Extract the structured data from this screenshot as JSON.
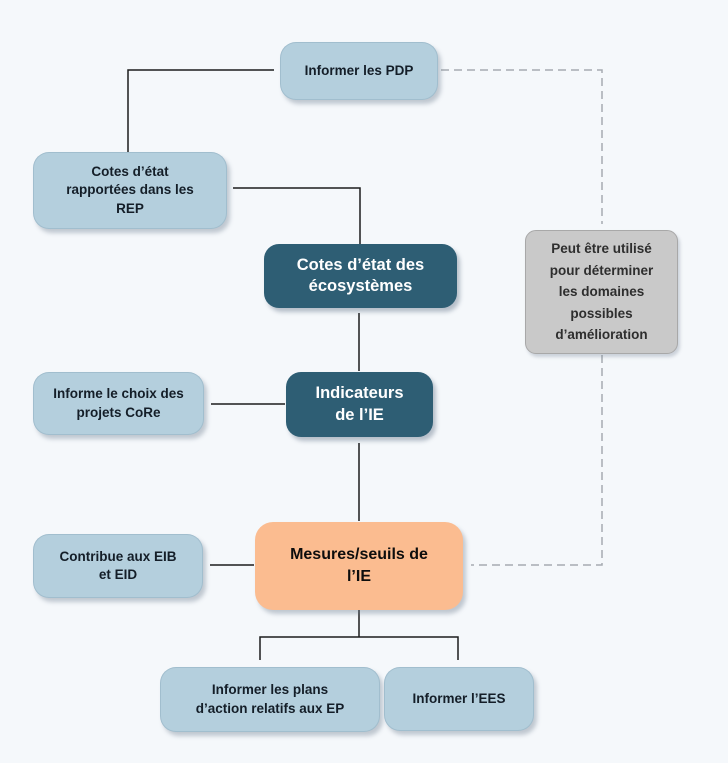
{
  "diagram_title": "",
  "colors": {
    "background": "#f5f8fb",
    "light_blue": "#b4cfdd",
    "dark_teal": "#2e5e74",
    "orange": "#fbbc90",
    "gray_fill": "#c9c9c9",
    "text_dark": "#141e28",
    "arrow": "#1c1c1c",
    "dashed": "#a6abb1"
  },
  "nodes": {
    "informer_pdp": {
      "label": "Informer les PDP"
    },
    "cotes_rep": {
      "label": "Cotes d’état\nrapportées dans les\nREP"
    },
    "cotes_ecosystemes": {
      "label": "Cotes d’état des\nécosystèmes"
    },
    "peut_etre_utilise": {
      "label": "Peut être utilisé\npour déterminer\nles domaines\npossibles\nd’amélioration"
    },
    "informe_core": {
      "label": "Informe le choix des\nprojets CoRe"
    },
    "indicateurs_ie": {
      "label": "Indicateurs\nde l’IE"
    },
    "contribue_eib": {
      "label": "Contribue aux EIB\net EID"
    },
    "mesures_seuils": {
      "label": "Mesures/seuils de\nl’IE"
    },
    "informer_plans": {
      "label": "Informer les plans\nd’action relatifs aux EP"
    },
    "informer_ees": {
      "label": "Informer l’EES"
    }
  },
  "edges": [
    {
      "from": "cotes_rep",
      "to": "informer_pdp",
      "style": "solid"
    },
    {
      "from": "cotes_ecosystemes",
      "to": "cotes_rep",
      "style": "solid"
    },
    {
      "from": "indicateurs_ie",
      "to": "cotes_ecosystemes",
      "style": "solid"
    },
    {
      "from": "indicateurs_ie",
      "to": "informe_core",
      "style": "solid"
    },
    {
      "from": "mesures_seuils",
      "to": "indicateurs_ie",
      "style": "solid"
    },
    {
      "from": "mesures_seuils",
      "to": "contribue_eib",
      "style": "solid"
    },
    {
      "from": "mesures_seuils",
      "to": "informer_plans",
      "style": "solid"
    },
    {
      "from": "mesures_seuils",
      "to": "informer_ees",
      "style": "solid"
    },
    {
      "from": "informer_pdp",
      "to": "peut_etre_utilise",
      "style": "dashed"
    },
    {
      "from": "peut_etre_utilise",
      "to": "mesures_seuils",
      "style": "dashed"
    }
  ]
}
